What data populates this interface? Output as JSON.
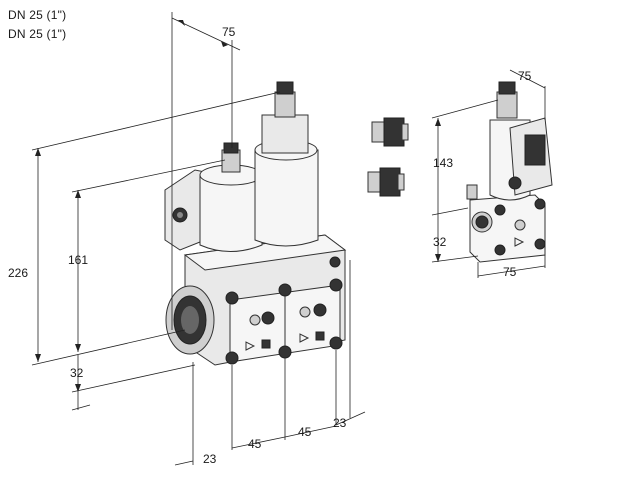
{
  "header": {
    "line1": "DN 25 (1\")",
    "line2": "DN 25 (1\")"
  },
  "dimensions": {
    "d_226": "226",
    "d_161": "161",
    "d_32_main": "32",
    "d_23_bottom": "23",
    "d_45_a": "45",
    "d_45_b": "45",
    "d_23_right": "23",
    "d_75_top": "75",
    "d_75_side_top": "75",
    "d_143": "143",
    "d_32_side": "32",
    "d_75_side_bottom": "75"
  }
}
